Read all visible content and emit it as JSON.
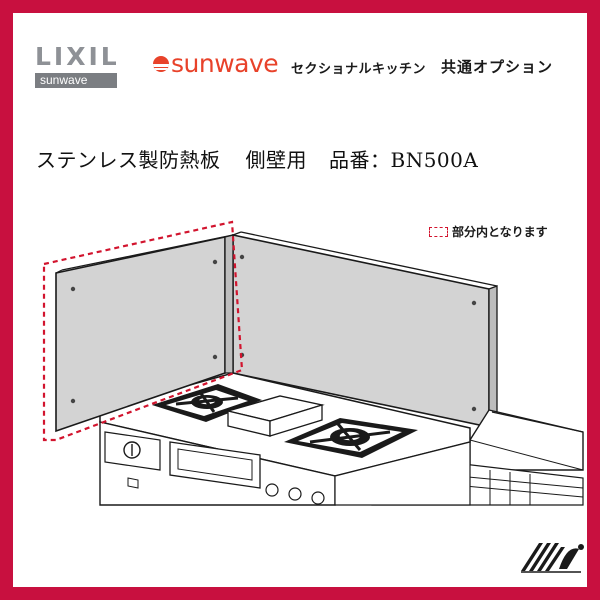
{
  "header": {
    "brand_primary": "LIXIL",
    "brand_primary_sub": "sunwave",
    "brand_secondary": "sunwave",
    "series_name": "セクショナルキッチン",
    "option_label": "共通オプション"
  },
  "product": {
    "name": "ステンレス製防熱板",
    "usage": "側壁用",
    "part_number_label": "品番：",
    "part_number": "BN500A"
  },
  "legend": {
    "label": "部分内となります"
  },
  "illustration": {
    "icons": [
      "side-heat-shield-panel",
      "back-wall-panel",
      "gas-cooktop",
      "sink-countertop"
    ],
    "highlight_color": "#d2142e",
    "panel_fill": "#d3d3d3"
  },
  "colors": {
    "frame": "#c8103f",
    "lixil": "#8e9196",
    "sunwave": "#e8422a"
  }
}
